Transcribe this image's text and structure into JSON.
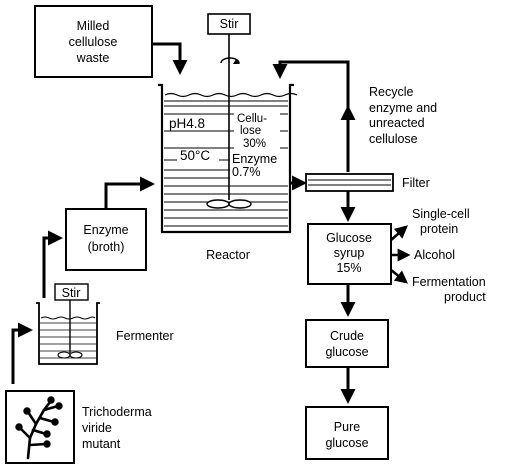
{
  "milled_waste": [
    "Milled",
    "cellulose",
    "waste"
  ],
  "stir_top": "Stir",
  "stir_small": "Stir",
  "reactor_label": "Reactor",
  "reactor_ph": "pH4.8",
  "reactor_temp": "50°C",
  "reactor_cellulose": [
    "Cellu-",
    "lose",
    "30%"
  ],
  "reactor_enzyme": [
    "Enzyme",
    "0.7%"
  ],
  "recycle": [
    "Recycle",
    "enzyme and",
    "unreacted",
    "cellulose"
  ],
  "filter_label": "Filter",
  "glucose_syrup": [
    "Glucose",
    "syrup",
    "15%"
  ],
  "products": {
    "single_cell": [
      "Single-cell",
      "protein"
    ],
    "alcohol": "Alcohol",
    "fermentation": [
      "Fermentation",
      "product"
    ]
  },
  "enzyme_broth": [
    "Enzyme",
    "(broth)"
  ],
  "fermenter_label": "Fermenter",
  "crude_glucose": [
    "Crude",
    "glucose"
  ],
  "pure_glucose": [
    "Pure",
    "glucose"
  ],
  "trichoderma": [
    "Trichoderma",
    "viride",
    "mutant"
  ]
}
